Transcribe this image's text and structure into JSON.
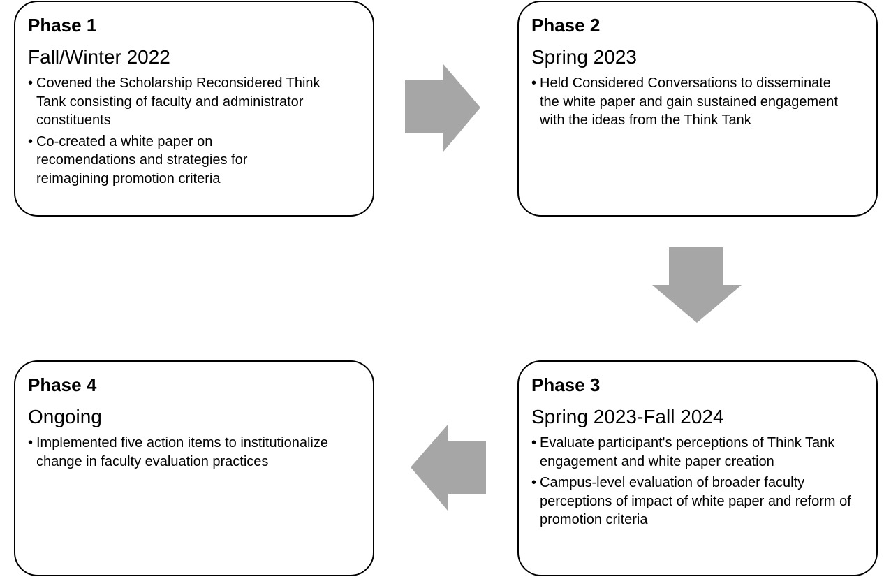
{
  "colors": {
    "arrow_fill": "#a6a6a6",
    "box_border": "#000000",
    "text": "#000000"
  },
  "arrows": [
    "arrow-right",
    "arrow-down",
    "arrow-left"
  ],
  "phases": [
    {
      "title": "Phase 1",
      "period": "Fall/Winter 2022",
      "bullets": [
        "Covened the Scholarship Reconsidered Think Tank consisting of faculty and administrator constituents",
        "Co-created a white paper on recomendations and strategies for reimagining promotion criteria"
      ]
    },
    {
      "title": "Phase 2",
      "period": "Spring 2023",
      "bullets": [
        "Held Considered Conversations to disseminate the white paper and gain sustained engagement with the ideas from the Think Tank"
      ]
    },
    {
      "title": "Phase 3",
      "period": "Spring 2023-Fall 2024",
      "bullets": [
        "Evaluate participant's perceptions of Think Tank engagement and white paper creation",
        "Campus-level evaluation of broader faculty perceptions of impact of white paper and reform of promotion criteria"
      ]
    },
    {
      "title": "Phase 4",
      "period": "Ongoing",
      "bullets": [
        "Implemented five action items to institutionalize change in faculty evaluation practices"
      ]
    }
  ]
}
